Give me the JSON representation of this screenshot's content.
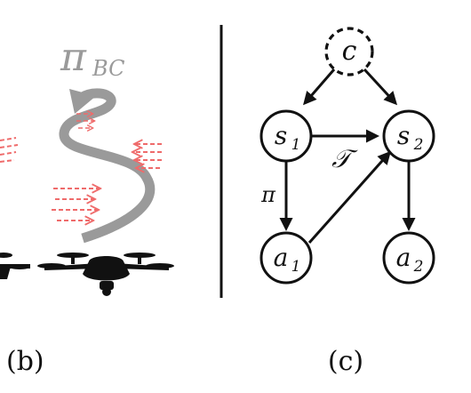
{
  "panel_b": {
    "policy_label": "π",
    "policy_subscript": "BC",
    "caption": "(b)"
  },
  "panel_c": {
    "nodes": {
      "c": {
        "main": "c",
        "sub": ""
      },
      "s1": {
        "main": "s",
        "sub": "1"
      },
      "s2": {
        "main": "s",
        "sub": "2"
      },
      "a1": {
        "main": "a",
        "sub": "1"
      },
      "a2": {
        "main": "a",
        "sub": "2"
      }
    },
    "edge_labels": {
      "transition": "𝒯",
      "policy": "π"
    },
    "caption": "(c)"
  },
  "colors": {
    "ink": "#111111",
    "arrow_gray": "#9a9a9a",
    "label_gray": "#9a9a9a",
    "wind_red": "#ef6b6b"
  }
}
